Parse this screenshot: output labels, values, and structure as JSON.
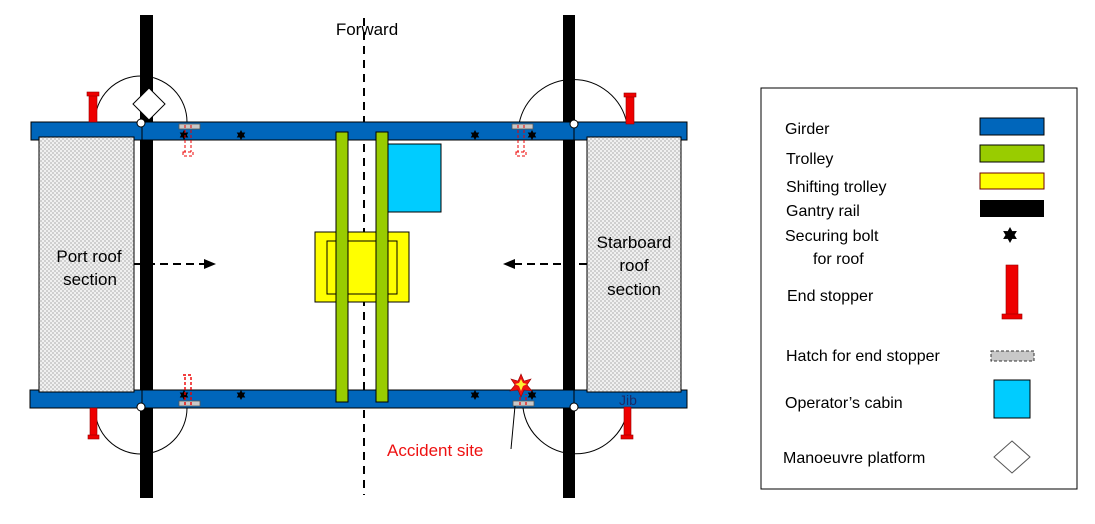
{
  "diagram": {
    "forward_label": "Forward",
    "port_roof_label": [
      "Port roof",
      "section"
    ],
    "starboard_roof_label": [
      "Starboard",
      "roof",
      "section"
    ],
    "jib_label": "Jib",
    "accident_label": "Accident site"
  },
  "colors": {
    "girder": "#0066bb",
    "trolley": "#99cc00",
    "shifting_trolley": "#ffff00",
    "gantry_rail": "#000000",
    "end_stopper": "#ee0000",
    "operator_cabin": "#00ccff",
    "hatch": "#c8c8c8",
    "roof_section": "#e4e4e4",
    "accident_text": "#ee1111"
  },
  "legend": {
    "items": [
      {
        "label": "Girder",
        "symbol": "girder-swatch"
      },
      {
        "label": "Trolley",
        "symbol": "trolley-swatch"
      },
      {
        "label": "Shifting trolley",
        "symbol": "shifting-trolley-swatch"
      },
      {
        "label": "Gantry rail",
        "symbol": "gantry-rail-swatch"
      },
      {
        "label": "Securing bolt",
        "label2": "for roof",
        "symbol": "securing-bolt-icon"
      },
      {
        "label": "End stopper",
        "symbol": "end-stopper-icon"
      },
      {
        "label": "Hatch for end stopper",
        "symbol": "hatch-icon"
      },
      {
        "label": "Operator’s cabin",
        "symbol": "operator-cabin-swatch"
      },
      {
        "label": "Manoeuvre platform",
        "symbol": "manoeuvre-platform-icon"
      }
    ]
  }
}
